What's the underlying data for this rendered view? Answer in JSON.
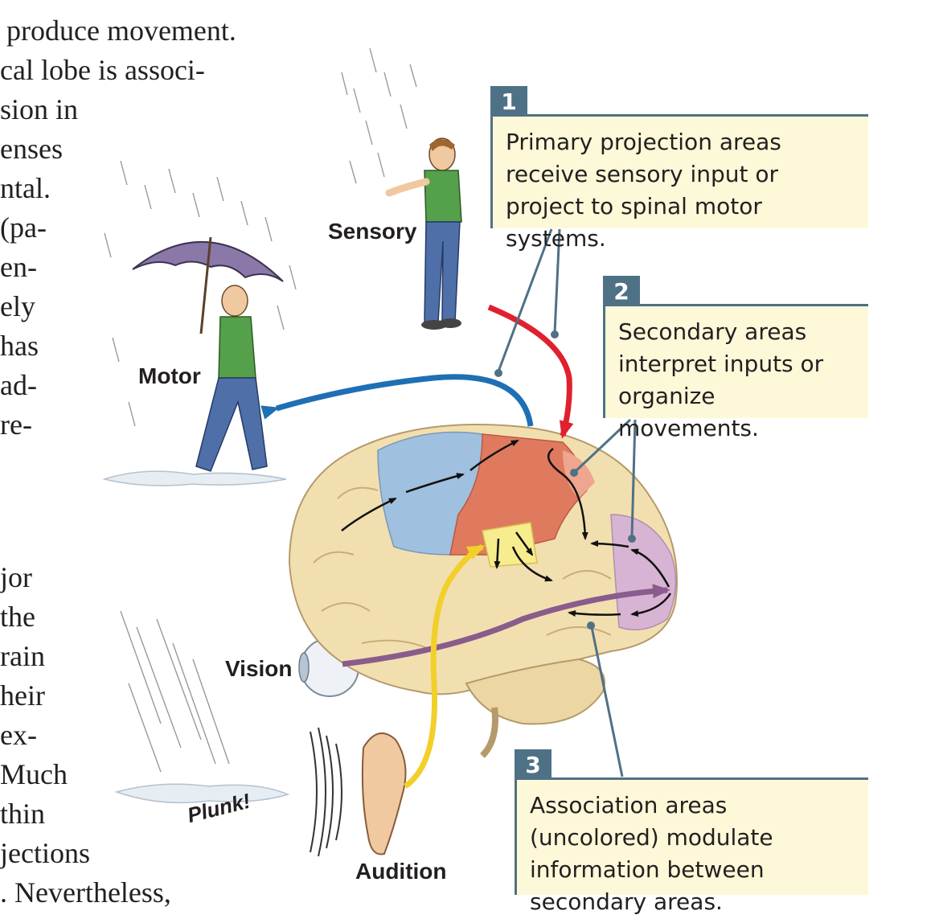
{
  "body_text": [
    "produce movement.",
    "cal lobe is associ-",
    "sion in",
    "enses",
    "ntal.",
    "(pa-",
    "en-",
    "ely",
    "has",
    "ad-",
    "re-",
    "jor",
    "the",
    "rain",
    "heir",
    "ex-",
    "Much",
    "thin",
    "jections",
    ". Nevertheless,"
  ],
  "callouts": [
    {
      "number": "1",
      "text": "Primary projection areas receive sensory input or project to spinal motor systems."
    },
    {
      "number": "2",
      "text": "Secondary areas interpret inputs or organize movements."
    },
    {
      "number": "3",
      "text": "Association areas (uncolored) modulate information between secondary areas."
    }
  ],
  "labels": {
    "sensory": "Sensory",
    "motor": "Motor",
    "vision": "Vision",
    "audition": "Audition",
    "plunk": "Plunk!"
  },
  "colors": {
    "callout_bg": "#fdf8d8",
    "callout_border": "#4f7186",
    "motor_arrow": "#1f6fb5",
    "sensory_arrow": "#e0202e",
    "vision_arrow": "#8a5c8c",
    "audition_arrow": "#f2cf2a",
    "brain_tan": "#f2dfb0",
    "motor_blue": "#9fc0de",
    "sensory_red": "#e07a5e",
    "visual_pink": "#d8b4d4",
    "auditory_yellow": "#f7ec8e"
  }
}
